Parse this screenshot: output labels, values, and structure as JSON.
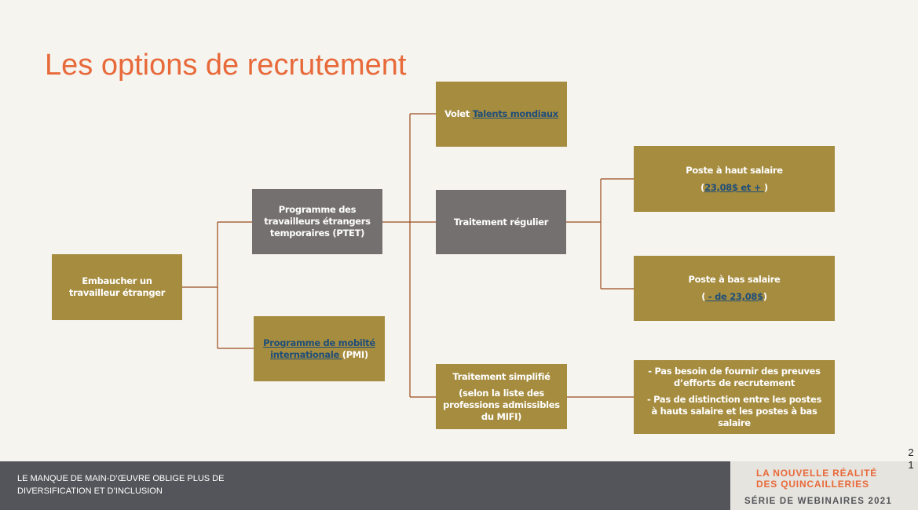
{
  "title": "Les options de recrutement",
  "nodes": {
    "hire": "Embaucher un travailleur étranger",
    "ptet": "Programme des travailleurs étrangers temporaires (PTET)",
    "pmi": {
      "link": "Programme de mobilté internationale ",
      "suffix": "(PMI)"
    },
    "talents": {
      "prefix": "Volet ",
      "link": "Talents mondiaux"
    },
    "regular": "Traitement régulier",
    "simplified": {
      "title": "Traitement simplifié",
      "detail": "(selon la liste des professions admissibles du MIFI)"
    },
    "high_wage": {
      "title": "Poste à haut salaire",
      "open": "(",
      "link": "23,08$  et + ",
      "close": ")"
    },
    "low_wage": {
      "title": "Poste à bas salaire",
      "open": "(",
      "link": " - de 23,08$",
      "close": ")"
    },
    "notes": {
      "line1": "- Pas besoin de fournir des preuves d’efforts de recrutement",
      "line2": "- Pas de distinction entre les postes à hauts salaire et les postes à  bas salaire"
    }
  },
  "footer": {
    "left": "LE MANQUE  DE MAIN-D’ŒUVRE  OBLIGE PLUS DE\nDIVERSIFICATION  ET D’INCLUSION",
    "brand_line1": "LA NOUVELLE RÉALITÉ",
    "brand_line2": "DES QUINCAILLERIES",
    "series": "SÉRIE DE WEBINAIRES 2021"
  },
  "page_number": "2\n1",
  "colors": {
    "title": "#e8693a",
    "gold": "#a68c3f",
    "gray": "#757070",
    "connector": "#9b4a1e"
  }
}
